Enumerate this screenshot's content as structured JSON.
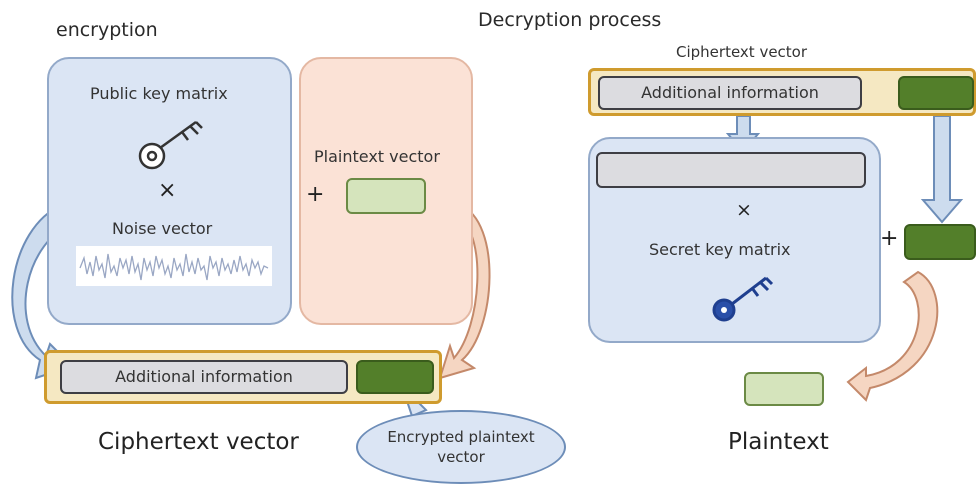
{
  "encryption": {
    "title": "encryption",
    "public_key_label": "Public key matrix",
    "times_symbol": "×",
    "noise_label": "Noise vector",
    "plus_symbol": "+",
    "plaintext_vector_label": "Plaintext vector",
    "additional_info_label": "Additional information",
    "ciphertext_label": "Ciphertext vector",
    "encrypted_bubble_label": "Encrypted plaintext vector"
  },
  "decryption": {
    "title": "Decryption process",
    "ciphertext_vector_label": "Ciphertext vector",
    "additional_info_label": "Additional information",
    "times_symbol": "×",
    "secret_key_label": "Secret key matrix",
    "plus_symbol": "+",
    "plaintext_label": "Plaintext"
  },
  "colors": {
    "panel_blue": "#dbe5f4",
    "panel_pink": "#fbe2d6",
    "cipher_frame": "#cf9b2e",
    "dark_green": "#537f2a",
    "light_green": "#d5e4bc",
    "arrow_blue": "#cddcee",
    "arrow_orange": "#f5d6c2",
    "public_key_icon": "#333333",
    "secret_key_icon": "#1f3f8f"
  }
}
